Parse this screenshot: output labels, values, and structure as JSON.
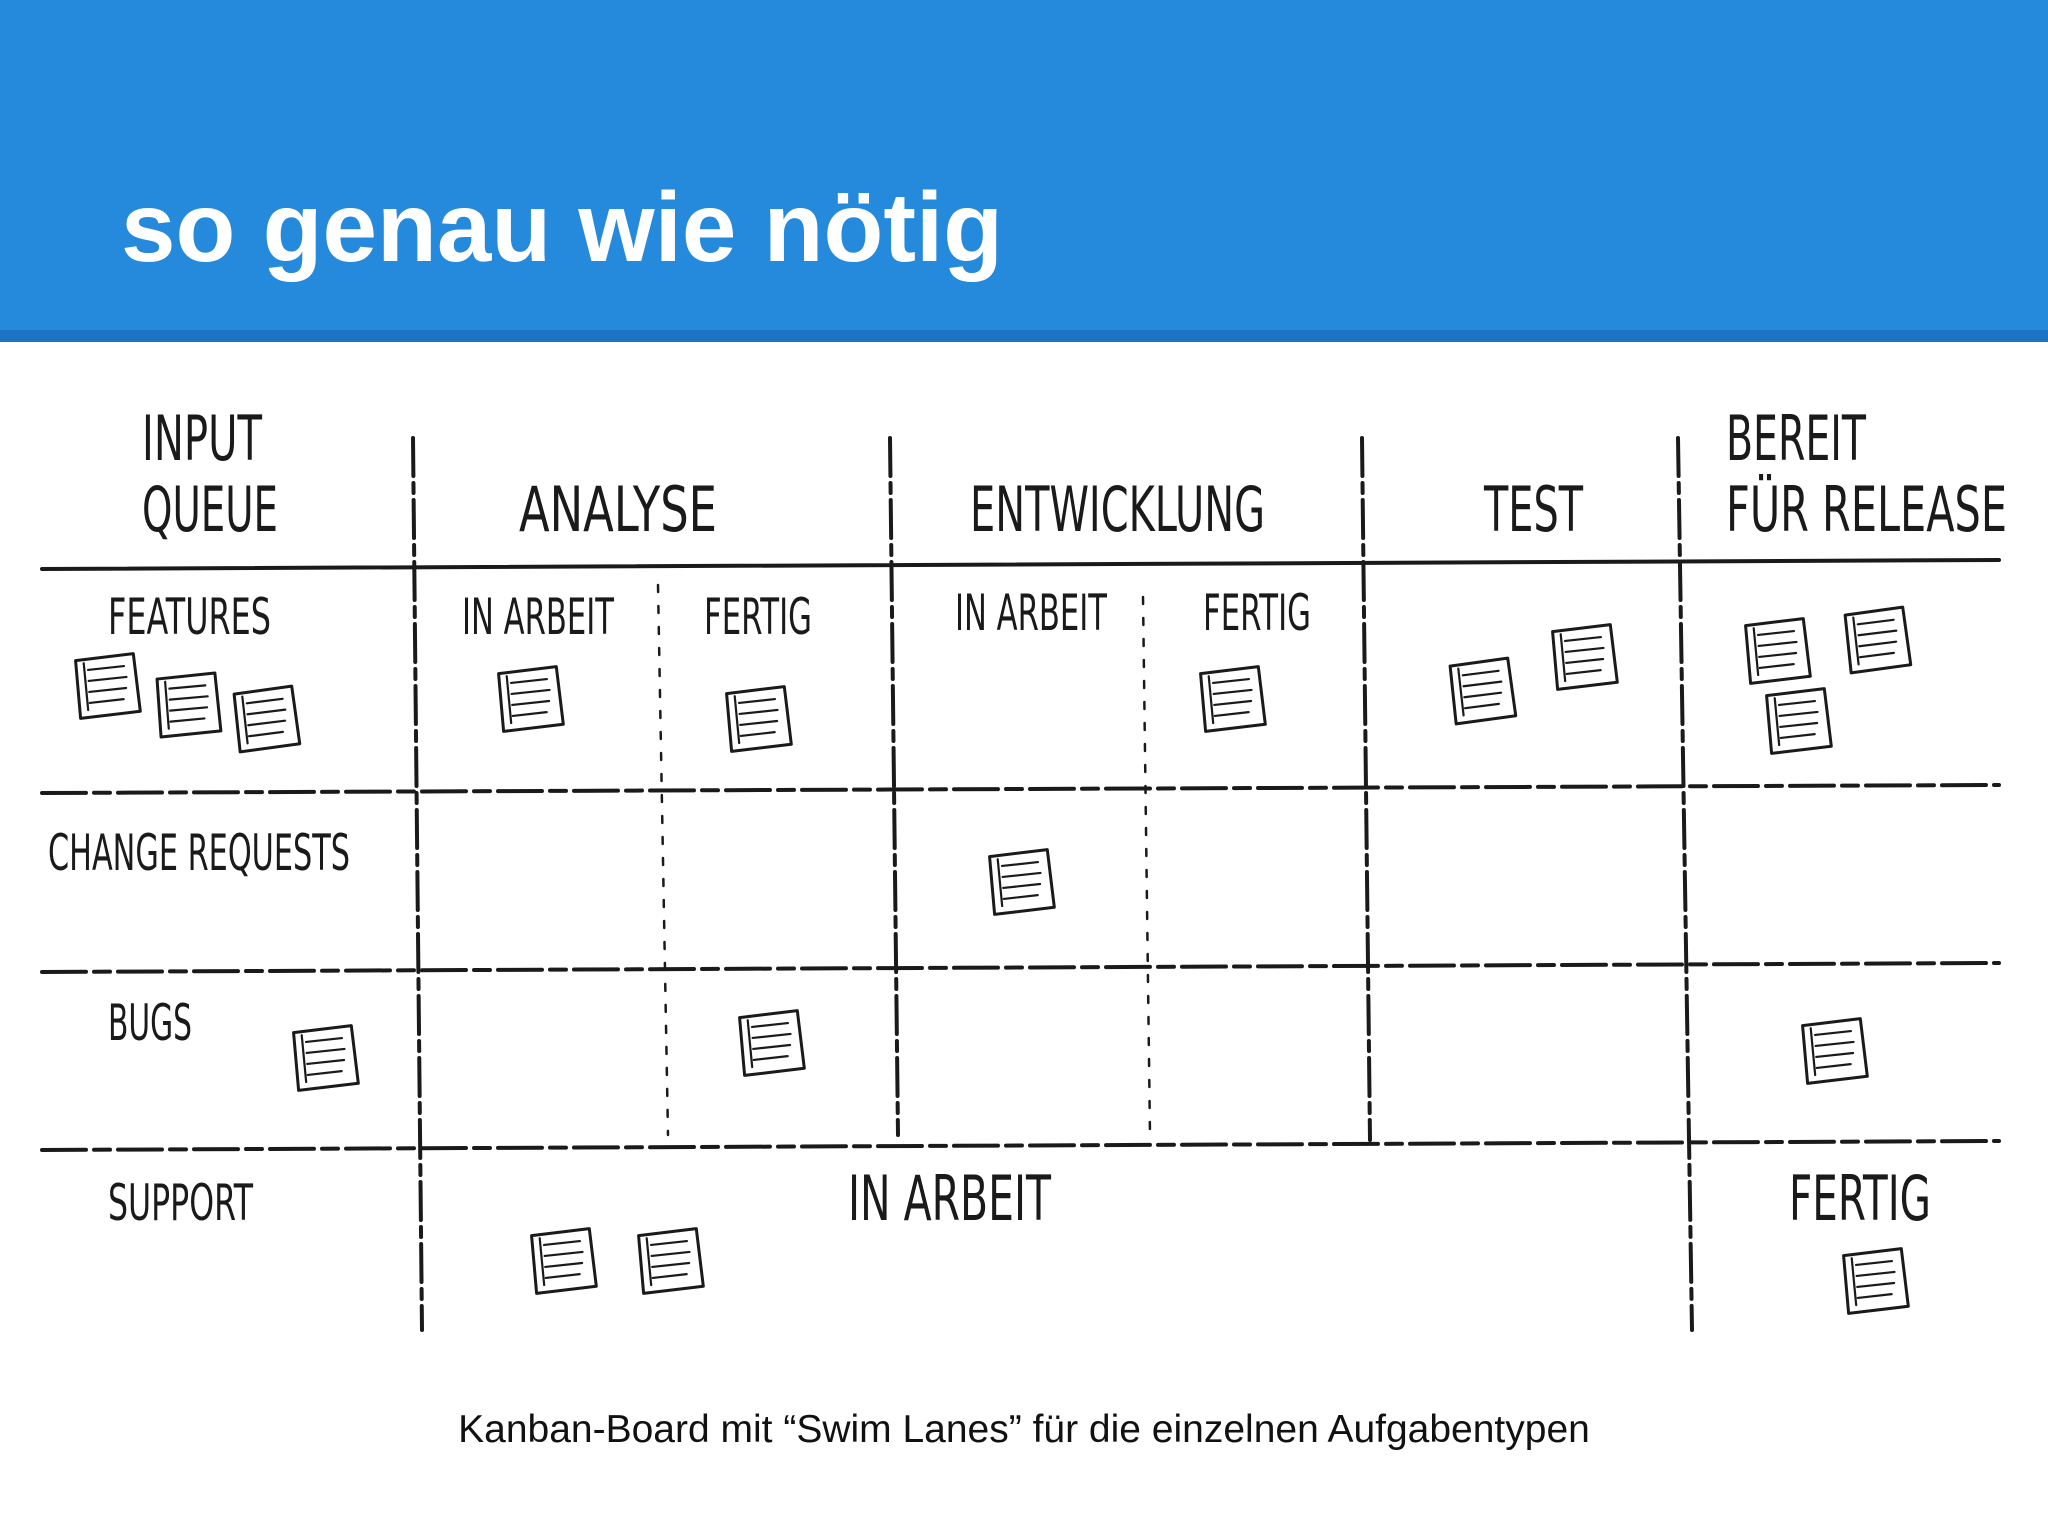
{
  "slide": {
    "title": "so genau wie nötig",
    "caption": "Kanban-Board mit “Swim Lanes” für die einzelnen Aufgabentypen"
  },
  "colors": {
    "header": "#2589dc",
    "header_stripe": "#1e74c4",
    "ink": "#1a1a1a"
  },
  "board": {
    "columns": {
      "input_queue_line1": "INPUT",
      "input_queue_line2": "QUEUE",
      "analyse": "ANALYSE",
      "entwicklung": "ENTWICKLUNG",
      "test": "TEST",
      "release_line1": "BEREIT",
      "release_line2": "FÜR RELEASE"
    },
    "subcolumns": {
      "analyse_in_arbeit": "IN ARBEIT",
      "analyse_fertig": "FERTIG",
      "entwicklung_in_arbeit": "IN ARBEIT",
      "entwicklung_fertig": "FERTIG"
    },
    "lanes": {
      "features": "FEATURES",
      "change_requests": "CHANGE REQUESTS",
      "bugs": "BUGS",
      "support": "SUPPORT"
    },
    "support_lane": {
      "in_arbeit": "IN ARBEIT",
      "fertig": "FERTIG"
    },
    "card_icon": "sticky-note-icon"
  }
}
